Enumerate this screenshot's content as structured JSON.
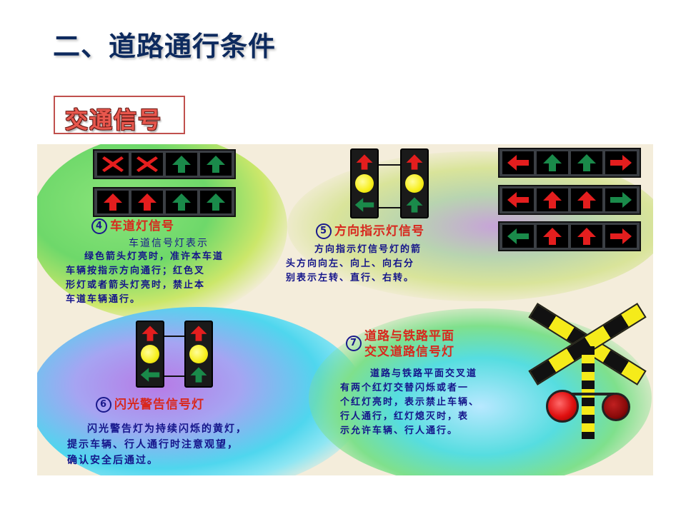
{
  "title": "二、道路通行条件",
  "badge": "交通信号",
  "colors": {
    "red": "#e41e1e",
    "green": "#1a8a4a",
    "yellow": "#f7ee1a",
    "text_blue": "#14148a",
    "heading_red": "#d8281e"
  },
  "lane": {
    "number": "4",
    "heading": "车道灯信号",
    "subtitle": "车道信号灯表示",
    "body_lines": [
      "绿色箭头灯亮时，准许本车道",
      "车辆按指示方向通行；红色叉",
      "形灯或者箭头灯亮时，禁止本",
      "车道车辆通行。"
    ],
    "rows": [
      [
        "red-cross-icon",
        "red-cross-icon",
        "green-up-arrow-icon",
        "green-up-arrow-icon"
      ],
      [
        "red-up-arrow-icon",
        "red-up-arrow-icon",
        "green-up-arrow-icon",
        "green-up-arrow-icon"
      ]
    ]
  },
  "direction": {
    "number": "5",
    "heading": "方向指示灯信号",
    "body_lines": [
      "方向指示灯信号灯的箭",
      "头方向向左、向上、向右分",
      "别表示左转、直行、右转。"
    ],
    "rows": [
      [
        "red-left-arrow-icon",
        "green-up-arrow-icon",
        "green-up-arrow-icon",
        "red-right-arrow-icon"
      ],
      [
        "red-left-arrow-icon",
        "red-up-arrow-icon",
        "red-up-arrow-icon",
        "green-right-arrow-icon"
      ],
      [
        "green-left-arrow-icon",
        "red-up-arrow-icon",
        "red-up-arrow-icon",
        "red-right-arrow-icon"
      ]
    ]
  },
  "flash": {
    "number": "6",
    "heading": "闪光警告信号灯",
    "body_lines": [
      "闪光警告灯为持续闪烁的黄灯，",
      "提示车辆、行人通行时注意观望，",
      "确认安全后通过。"
    ]
  },
  "rail": {
    "number": "7",
    "heading_lines": [
      "道路与铁路平面",
      "交叉道路信号灯"
    ],
    "body_lines": [
      "道路与铁路平面交叉道",
      "有两个红灯交替闪烁或者一",
      "个红灯亮时，表示禁止车辆、",
      "行人通行，红灯熄灭时，表",
      "示允许车辆、行人通行。"
    ]
  }
}
